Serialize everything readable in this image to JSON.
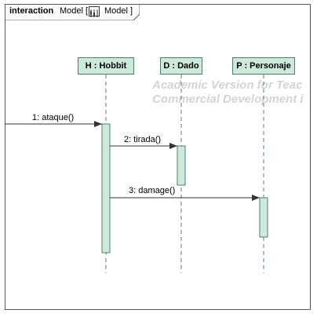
{
  "frame": {
    "keyword": "interaction",
    "name": "Model",
    "reference": "Model ]",
    "bracket_open": "["
  },
  "lifelines": [
    {
      "label": "H : Hobbit"
    },
    {
      "label": "D : Dado"
    },
    {
      "label": "P : Personaje"
    }
  ],
  "messages": [
    {
      "label": "1: ataque()"
    },
    {
      "label": "2: tirada()"
    },
    {
      "label": "3: damage()"
    }
  ],
  "watermark": {
    "line1": "Academic Version for Teac",
    "line2": "Commercial Development i"
  },
  "colors": {
    "lifeline_fill": "#cde9dc",
    "lifeline_border": "#4f7f6c",
    "frame_border": "#5a5a5a",
    "watermark": "#d4d4d4"
  }
}
